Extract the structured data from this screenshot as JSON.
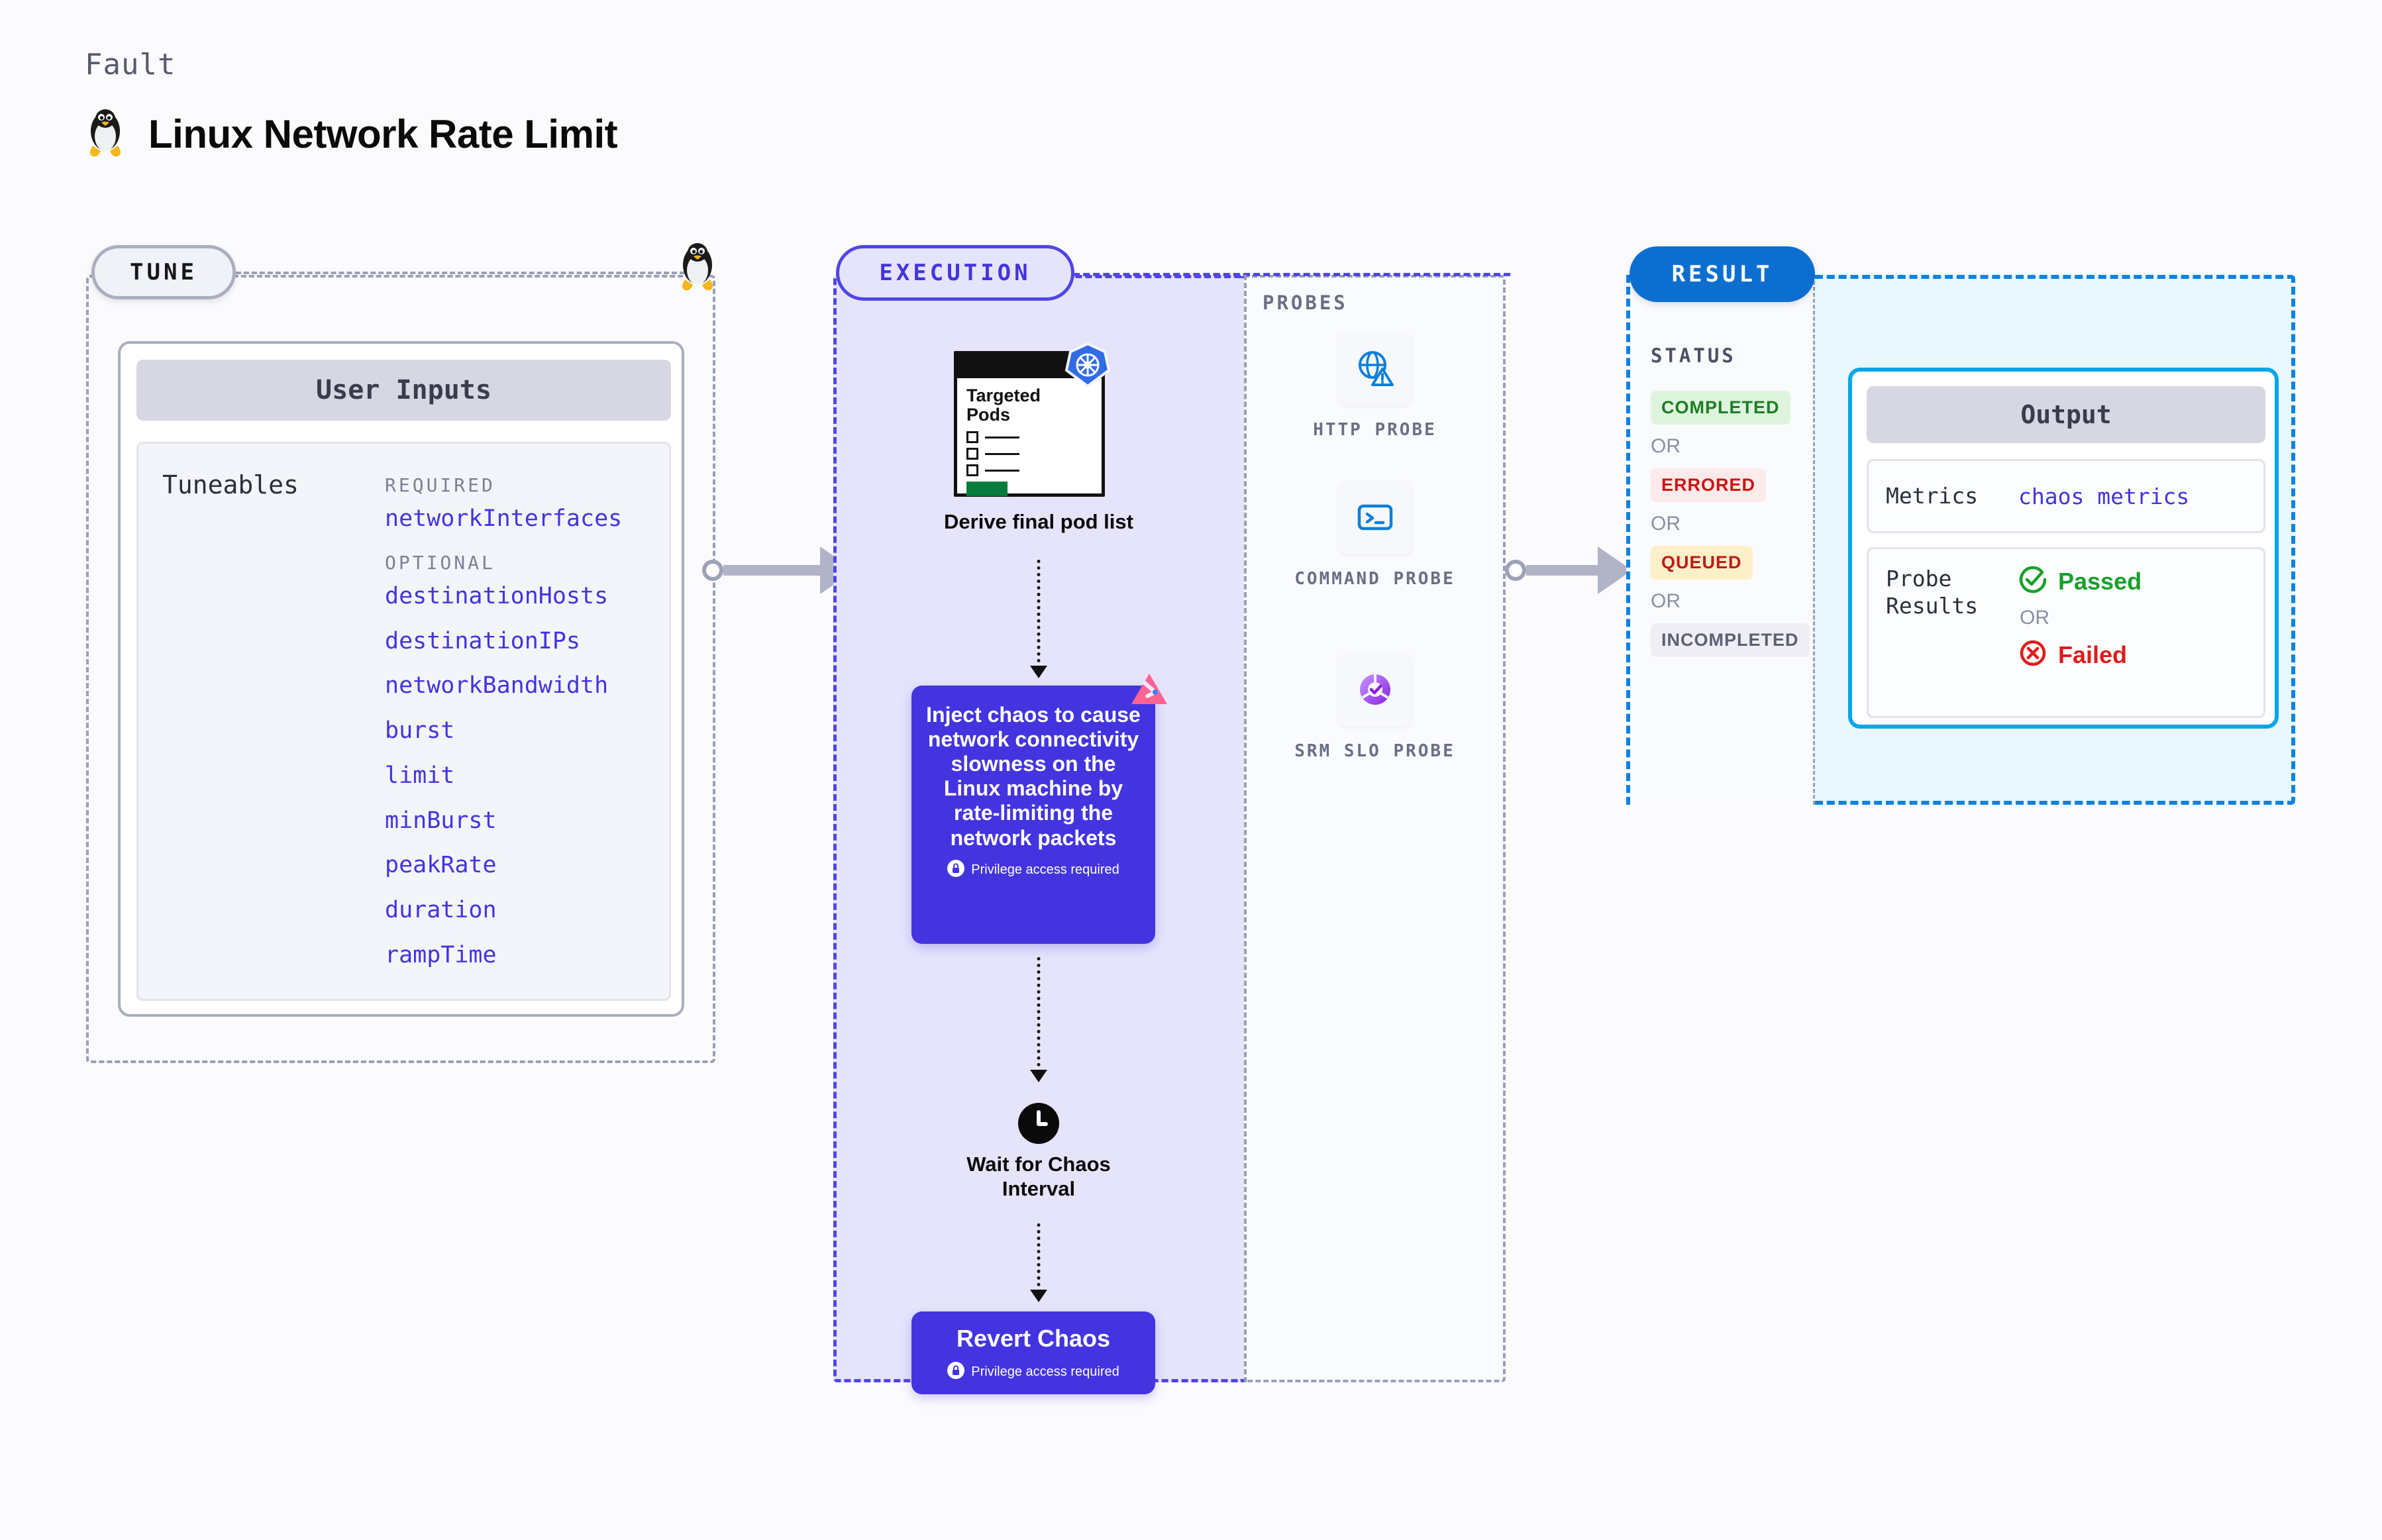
{
  "header": {
    "kicker": "Fault",
    "title": "Linux Network Rate Limit",
    "icon": "linux-tux-icon"
  },
  "tune": {
    "pill_label": "TUNE",
    "card_title": "User Inputs",
    "tuneables_label": "Tuneables",
    "groups": [
      {
        "label": "REQUIRED",
        "items": [
          "networkInterfaces"
        ]
      },
      {
        "label": "OPTIONAL",
        "items": [
          "destinationHosts",
          "destinationIPs",
          "networkBandwidth",
          "burst",
          "limit",
          "minBurst",
          "peakRate",
          "duration",
          "rampTime"
        ]
      }
    ]
  },
  "execution": {
    "pill_label": "EXECUTION",
    "pods_card": {
      "title_line1": "Targeted",
      "title_line2": "Pods",
      "badge": "kubernetes-icon"
    },
    "step1_caption": "Derive final pod list",
    "chaos_card": {
      "text": "Inject chaos to cause network connectivity slowness on the Linux machine by rate-limiting the network packets",
      "privilege_note": "Privilege access required",
      "badge": "litmuschaos-icon"
    },
    "wait_caption_line1": "Wait for Chaos",
    "wait_caption_line2": "Interval",
    "wait_icon": "clock-icon",
    "revert_card": {
      "title": "Revert Chaos",
      "privilege_note": "Privilege access required"
    }
  },
  "probes": {
    "label": "PROBES",
    "items": [
      {
        "icon": "globe-warning-icon",
        "label": "HTTP PROBE"
      },
      {
        "icon": "terminal-icon",
        "label": "COMMAND PROBE"
      },
      {
        "icon": "srm-slo-donut-icon",
        "label": "SRM SLO PROBE"
      }
    ]
  },
  "result": {
    "pill_label": "RESULT",
    "status_label": "STATUS",
    "or_label": "OR",
    "statuses": [
      {
        "text": "COMPLETED",
        "color": "#1e7d23",
        "bg": "#ddf5dd"
      },
      {
        "text": "ERRORED",
        "color": "#cf1212",
        "bg": "#fdeaea"
      },
      {
        "text": "QUEUED",
        "color": "#c01818",
        "bg": "#fdf0c8"
      },
      {
        "text": "INCOMPLETED",
        "color": "#5c6073",
        "bg": "#eeeef4"
      }
    ],
    "output": {
      "title": "Output",
      "metrics_key": "Metrics",
      "metrics_value": "chaos metrics",
      "probe_results_key_line1": "Probe",
      "probe_results_key_line2": "Results",
      "passed_text": "Passed",
      "failed_text": "Failed",
      "or_label": "OR"
    }
  },
  "colors": {
    "accent_indigo": "#4334e0",
    "result_blue": "#0c6fd0",
    "output_cyan": "#06a5e8",
    "k8s_blue": "#326CE5",
    "litmus_pink": "#ff6392",
    "pass_green": "#17a02a",
    "fail_red": "#e01b1b"
  }
}
